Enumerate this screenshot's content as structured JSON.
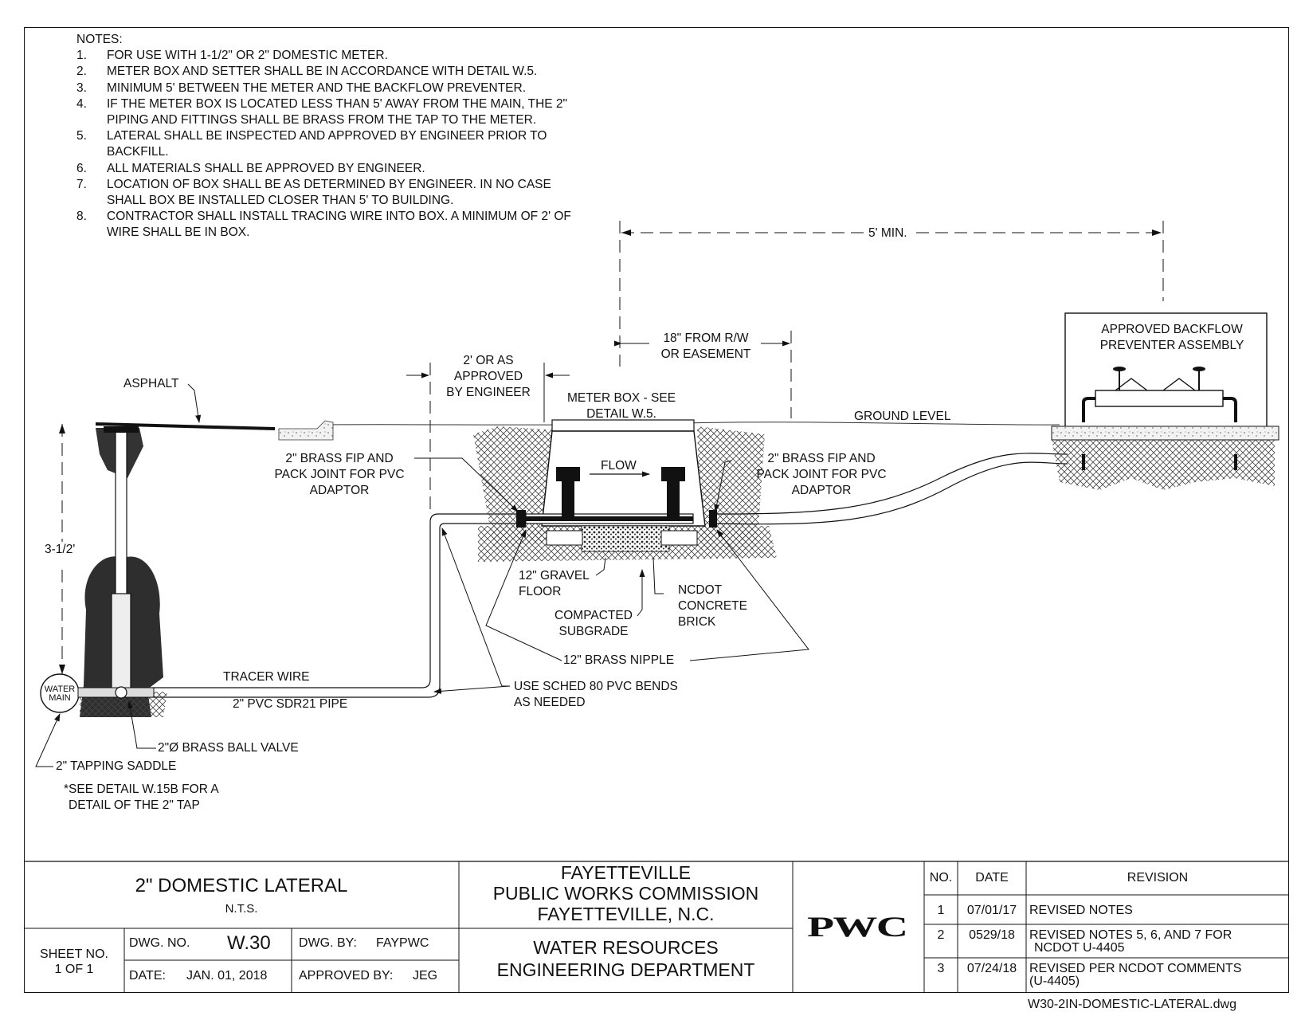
{
  "notes": {
    "heading": "NOTES:",
    "items": [
      {
        "num": "1.",
        "text": "FOR USE WITH 1-1/2\" OR 2\" DOMESTIC METER."
      },
      {
        "num": "2.",
        "text": "METER BOX AND SETTER SHALL BE IN ACCORDANCE WITH DETAIL W.5."
      },
      {
        "num": "3.",
        "text": "MINIMUM 5' BETWEEN THE METER AND THE BACKFLOW PREVENTER."
      },
      {
        "num": "4.",
        "text": "IF THE METER BOX IS LOCATED LESS THAN 5' AWAY FROM THE MAIN, THE 2\" PIPING AND FITTINGS SHALL BE BRASS FROM THE TAP TO THE METER."
      },
      {
        "num": "5.",
        "text": "LATERAL SHALL BE INSPECTED AND APPROVED BY ENGINEER PRIOR TO BACKFILL."
      },
      {
        "num": "6.",
        "text": "ALL MATERIALS SHALL BE APPROVED BY ENGINEER."
      },
      {
        "num": "7.",
        "text": "LOCATION OF BOX SHALL BE AS DETERMINED BY ENGINEER.  IN NO CASE SHALL BOX BE INSTALLED CLOSER THAN 5' TO BUILDING."
      },
      {
        "num": "8.",
        "text": "CONTRACTOR SHALL INSTALL TRACING WIRE INTO BOX.  A MINIMUM OF 2' OF WIRE SHALL BE IN BOX."
      }
    ]
  },
  "labels": {
    "five_min": "5' MIN.",
    "backflow_1": "APPROVED BACKFLOW",
    "backflow_2": "PREVENTER ASSEMBLY",
    "rw_1": "18\" FROM R/W",
    "rw_2": "OR EASEMENT",
    "approved_1": "2' OR AS",
    "approved_2": "APPROVED",
    "approved_3": "BY ENGINEER",
    "meter_box_1": "METER BOX - SEE",
    "meter_box_2": "DETAIL W.5.",
    "ground_level": "GROUND LEVEL",
    "asphalt": "ASPHALT",
    "fip_left_1": "2\" BRASS FIP AND",
    "fip_left_2": "PACK JOINT FOR PVC",
    "fip_left_3": "ADAPTOR",
    "fip_right_1": "2\" BRASS FIP AND",
    "fip_right_2": "PACK JOINT FOR PVC",
    "fip_right_3": "ADAPTOR",
    "flow": "FLOW",
    "depth": "3-1/2'",
    "gravel_1": "12\" GRAVEL",
    "gravel_2": "FLOOR",
    "brick_1": "NCDOT",
    "brick_2": "CONCRETE",
    "brick_3": "BRICK",
    "subgrade_1": "COMPACTED",
    "subgrade_2": "SUBGRADE",
    "nipple": "12\" BRASS NIPPLE",
    "tracer": "TRACER WIRE",
    "pvc_pipe": "2\" PVC SDR21 PIPE",
    "bends_1": "USE SCHED 80 PVC BENDS",
    "bends_2": "AS NEEDED",
    "water_main_1": "WATER",
    "water_main_2": "MAIN",
    "ball_valve": "2\"Ø BRASS BALL VALVE",
    "tapping": "2\" TAPPING SADDLE",
    "see_detail_1": "*SEE DETAIL W.15B FOR A",
    "see_detail_2": "DETAIL OF THE 2\" TAP"
  },
  "title_block": {
    "title": "2\" DOMESTIC LATERAL",
    "scale": "N.T.S.",
    "org_1": "FAYETTEVILLE",
    "org_2": "PUBLIC WORKS COMMISSION",
    "org_3": "FAYETTEVILLE, N.C.",
    "dept_1": "WATER RESOURCES",
    "dept_2": "ENGINEERING DEPARTMENT",
    "sheet_label": "SHEET NO.",
    "sheet_value": "1 OF 1",
    "dwg_no_label": "DWG. NO.",
    "dwg_no_value": "W.30",
    "dwg_by_label": "DWG. BY:",
    "dwg_by_value": "FAYPWC",
    "date_label": "DATE:",
    "date_value": "JAN. 01, 2018",
    "approved_label": "APPROVED BY:",
    "approved_value": "JEG",
    "logo": "PWC"
  },
  "revisions": {
    "headers": {
      "no": "NO.",
      "date": "DATE",
      "revision": "REVISION"
    },
    "rows": [
      {
        "no": "1",
        "date": "07/01/17",
        "revision": "REVISED NOTES",
        "revision_2": ""
      },
      {
        "no": "2",
        "date": "0529/18",
        "revision": "REVISED NOTES 5, 6, AND 7 FOR",
        "revision_2": "NCDOT U-4405"
      },
      {
        "no": "3",
        "date": "07/24/18",
        "revision": "REVISED PER NCDOT COMMENTS",
        "revision_2": "(U-4405)"
      }
    ]
  },
  "footer": {
    "filename": "W30-2IN-DOMESTIC-LATERAL.dwg"
  }
}
